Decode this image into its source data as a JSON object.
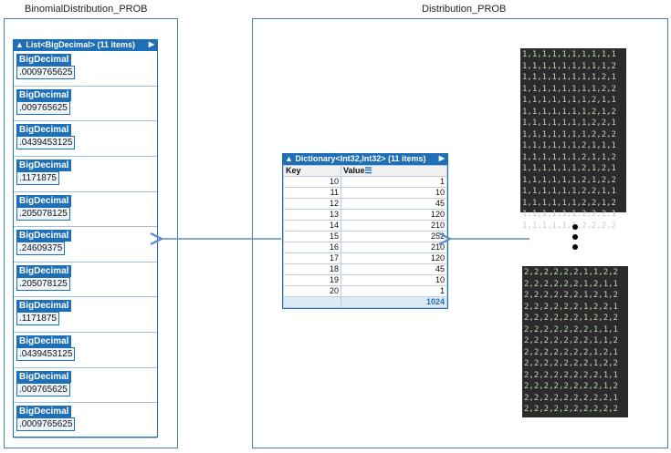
{
  "titles": {
    "left": "BinomialDistribution_PROB",
    "right": "Distribution_PROB"
  },
  "list": {
    "header": "List<BigDecimal> (11 items)",
    "item_type": "BigDecimal",
    "values": [
      ".0009765625",
      ".009765625",
      ".0439453125",
      ".1171875",
      ".205078125",
      ".24609375",
      ".205078125",
      ".1171875",
      ".0439453125",
      ".009765625",
      ".0009765625"
    ]
  },
  "dictionary": {
    "header": "Dictionary<Int32,Int32> (11 items)",
    "col_key": "Key",
    "col_value": "Value",
    "rows": [
      {
        "key": "10",
        "value": "1"
      },
      {
        "key": "11",
        "value": "10"
      },
      {
        "key": "12",
        "value": "45"
      },
      {
        "key": "13",
        "value": "120"
      },
      {
        "key": "14",
        "value": "210"
      },
      {
        "key": "15",
        "value": "252"
      },
      {
        "key": "16",
        "value": "210"
      },
      {
        "key": "17",
        "value": "120"
      },
      {
        "key": "18",
        "value": "45"
      },
      {
        "key": "19",
        "value": "10"
      },
      {
        "key": "20",
        "value": "1"
      }
    ],
    "total": "1024"
  },
  "matrix_top": "1,1,1,1,1,1,1,1,1,1\n1,1,1,1,1,1,1,1,1,2\n1,1,1,1,1,1,1,1,2,1\n1,1,1,1,1,1,1,1,2,2\n1,1,1,1,1,1,1,2,1,1\n1,1,1,1,1,1,1,2,1,2\n1,1,1,1,1,1,1,2,2,1\n1,1,1,1,1,1,1,2,2,2\n1,1,1,1,1,1,2,1,1,1\n1,1,1,1,1,1,2,1,1,2\n1,1,1,1,1,1,2,1,2,1\n1,1,1,1,1,1,2,1,2,2\n1,1,1,1,1,1,2,2,1,1\n1,1,1,1,1,1,2,2,1,2\n1,1,1,1,1,1,2,2,2,1\n1,1,1,1,1,1,2,2,2,2",
  "matrix_bottom": "2,2,2,2,2,2,1,1,2,2\n2,2,2,2,2,2,1,2,1,1\n2,2,2,2,2,2,1,2,1,2\n2,2,2,2,2,2,1,2,2,1\n2,2,2,2,2,2,1,2,2,2\n2,2,2,2,2,2,2,1,1,1\n2,2,2,2,2,2,2,1,1,2\n2,2,2,2,2,2,2,1,2,1\n2,2,2,2,2,2,2,1,2,2\n2,2,2,2,2,2,2,2,1,1\n2,2,2,2,2,2,2,2,1,2\n2,2,2,2,2,2,2,2,2,1\n2,2,2,2,2,2,2,2,2,2",
  "colors": {
    "accent": "#1e6fb5",
    "arrow": "#5b8fc7",
    "matrix_bg": "#2b2b2b",
    "matrix_text": "#bcd8b4"
  }
}
